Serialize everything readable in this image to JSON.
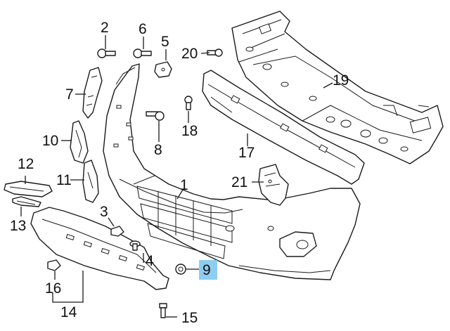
{
  "callouts": {
    "c1": "1",
    "c2": "2",
    "c3": "3",
    "c4": "4",
    "c5": "5",
    "c6": "6",
    "c7": "7",
    "c8": "8",
    "c9": "9",
    "c10": "10",
    "c11": "11",
    "c12": "12",
    "c13": "13",
    "c14": "14",
    "c15": "15",
    "c16": "16",
    "c17": "17",
    "c18": "18",
    "c19": "19",
    "c20": "20",
    "c21": "21"
  },
  "highlighted_callout": "9",
  "colors": {
    "line": "#1a1a1a",
    "highlight": "#8ecdf0",
    "background": "#ffffff"
  }
}
